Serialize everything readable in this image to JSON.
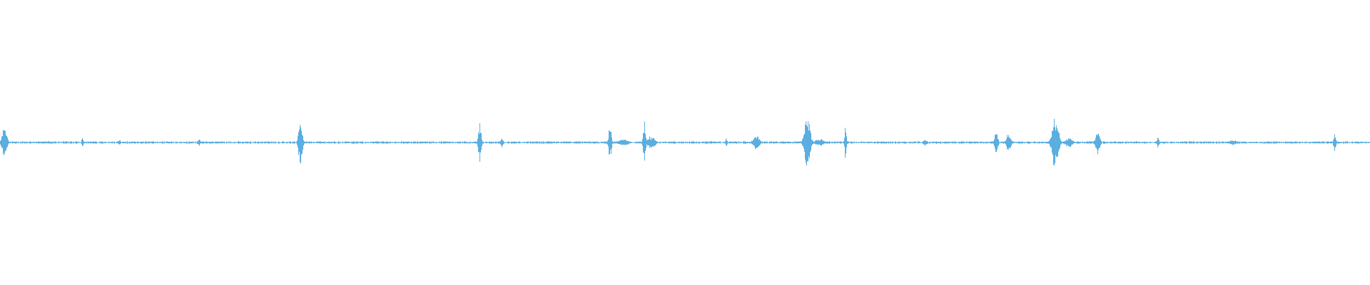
{
  "waveform": {
    "color": "#5aaee0",
    "baseline_amplitude": 0.004,
    "peaks": [
      {
        "x": 0.003,
        "amp": 0.05,
        "spread": 0.0015
      },
      {
        "x": 0.06,
        "amp": 0.018,
        "spread": 0.0006
      },
      {
        "x": 0.087,
        "amp": 0.01,
        "spread": 0.0006
      },
      {
        "x": 0.145,
        "amp": 0.01,
        "spread": 0.001
      },
      {
        "x": 0.219,
        "amp": 0.075,
        "spread": 0.0012
      },
      {
        "x": 0.35,
        "amp": 0.065,
        "spread": 0.0009
      },
      {
        "x": 0.366,
        "amp": 0.018,
        "spread": 0.0008
      },
      {
        "x": 0.445,
        "amp": 0.055,
        "spread": 0.0009
      },
      {
        "x": 0.455,
        "amp": 0.012,
        "spread": 0.003
      },
      {
        "x": 0.47,
        "amp": 0.07,
        "spread": 0.0008
      },
      {
        "x": 0.475,
        "amp": 0.02,
        "spread": 0.0025
      },
      {
        "x": 0.53,
        "amp": 0.018,
        "spread": 0.0005
      },
      {
        "x": 0.552,
        "amp": 0.025,
        "spread": 0.002
      },
      {
        "x": 0.589,
        "amp": 0.09,
        "spread": 0.0018
      },
      {
        "x": 0.598,
        "amp": 0.012,
        "spread": 0.003
      },
      {
        "x": 0.617,
        "amp": 0.06,
        "spread": 0.0006
      },
      {
        "x": 0.675,
        "amp": 0.01,
        "spread": 0.0015
      },
      {
        "x": 0.727,
        "amp": 0.045,
        "spread": 0.001
      },
      {
        "x": 0.736,
        "amp": 0.03,
        "spread": 0.0015
      },
      {
        "x": 0.77,
        "amp": 0.085,
        "spread": 0.002
      },
      {
        "x": 0.78,
        "amp": 0.015,
        "spread": 0.0025
      },
      {
        "x": 0.801,
        "amp": 0.035,
        "spread": 0.0015
      },
      {
        "x": 0.845,
        "amp": 0.02,
        "spread": 0.0006
      },
      {
        "x": 0.9,
        "amp": 0.008,
        "spread": 0.003
      },
      {
        "x": 0.974,
        "amp": 0.03,
        "spread": 0.0008
      }
    ]
  }
}
